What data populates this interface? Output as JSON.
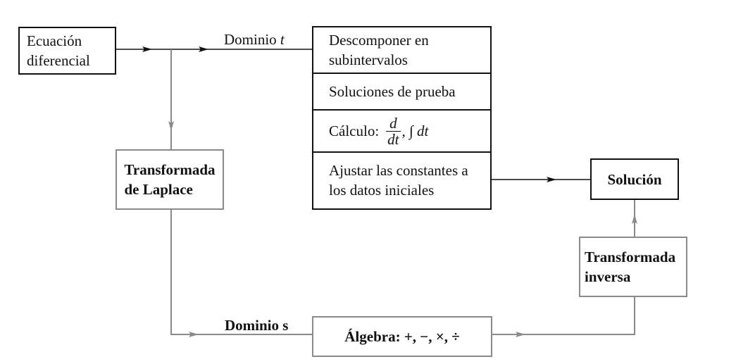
{
  "nodes": {
    "ecuacion": {
      "lines": [
        "Ecuación",
        "diferencial"
      ]
    },
    "laplace": {
      "lines": [
        "Transformada",
        "de Laplace"
      ]
    },
    "solucion": {
      "label": "Solución"
    },
    "inversa": {
      "lines": [
        "Transformada",
        "inversa"
      ]
    },
    "algebra": {
      "label": "Álgebra: +, −, ×, ÷"
    },
    "steps": {
      "step1": [
        "Descomponer en",
        "subintervalos"
      ],
      "step2": "Soluciones de prueba",
      "step3": {
        "prefix": "Cálculo:",
        "frac_num": "d",
        "frac_den": "dt",
        "suffix": ", ∫ dt"
      },
      "step4": [
        "Ajustar las constantes a",
        "los datos iniciales"
      ]
    }
  },
  "edges": {
    "dominio_t": {
      "word": "Dominio",
      "var": "t"
    },
    "dominio_s": {
      "word": "Dominio",
      "var": "s"
    }
  },
  "colors": {
    "dark": "#111111",
    "gray": "#8a8a8a"
  }
}
